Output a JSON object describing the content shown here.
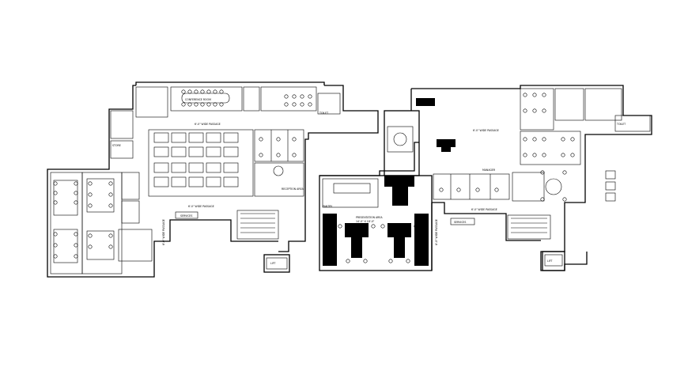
{
  "drawing": {
    "labels": {
      "passage_left": "6'-0\" WIDE PASSAGE",
      "passage_mid_left": "6'-0\" WIDE PASSAGE",
      "passage_right_top": "6'-0\" WIDE PASSAGE",
      "passage_right_low": "6'-0\" WIDE PASSAGE",
      "passage_vert_left": "6'-0\" WIDE PASSAGE",
      "passage_vert_right": "6'-0\" WIDE PASSAGE",
      "conference": "CONFERENCE ROOM",
      "pantry": "PANTRY",
      "reception": "RECEPTION AREA",
      "services_left": "SERVICES",
      "services_right": "SERVICES",
      "lift_left": "LIFT",
      "lift_right": "LIFT",
      "presentation": "PRESENTATION AREA",
      "presentation_dim": "14'-0\" X 18'-0\"",
      "store": "STORE",
      "manager": "MANAGER",
      "toilet_left": "TOILET",
      "toilet_right": "TOILET"
    }
  }
}
